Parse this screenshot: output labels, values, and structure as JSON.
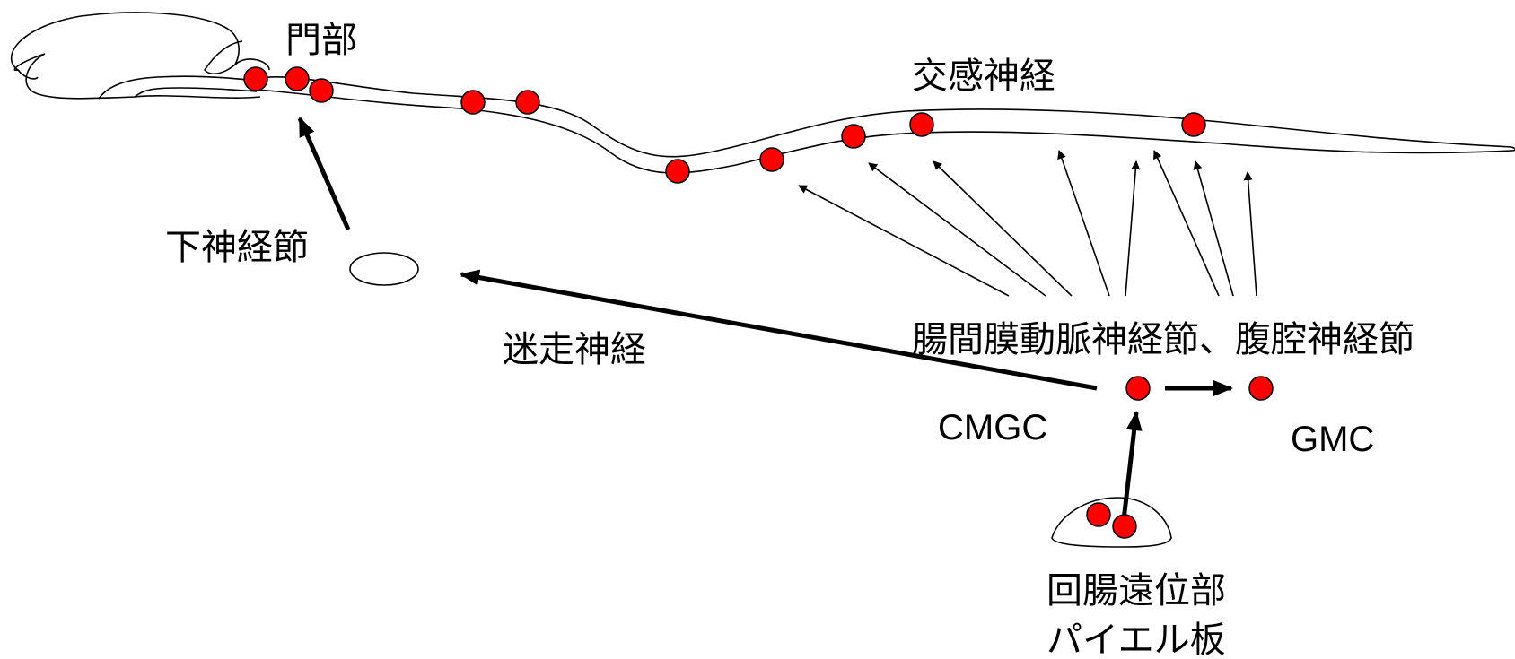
{
  "labels": {
    "porta": "門部",
    "sympathetic_nerve": "交感神経",
    "inferior_ganglion": "下神経節",
    "vagus_nerve": "迷走神経",
    "ganglia": "腸間膜動脈神経節、腹腔神経節",
    "cmgc": "CMGC",
    "gmc": "GMC",
    "peyer_line1": "回腸遠位部",
    "peyer_line2": "パイエル板"
  },
  "colors": {
    "node_fill": "#ff0000",
    "stroke": "#000000",
    "background": "#ffffff"
  }
}
